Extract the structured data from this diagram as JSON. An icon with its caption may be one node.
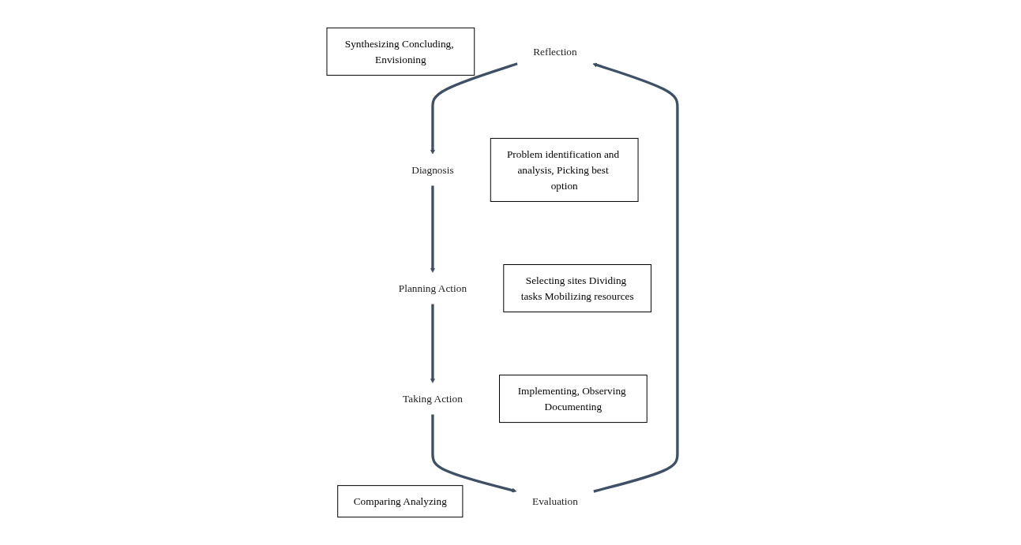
{
  "diagram": {
    "nodes": [
      {
        "text": [
          "Synthesizing Concluding, Envisioning"
        ]
      },
      {
        "text": [
          "Reflection"
        ]
      },
      {
        "text": [
          "Diagnosis"
        ]
      },
      {
        "text": [
          "Problem identification and analysis, Picking best option"
        ]
      },
      {
        "text": [
          "Planning Action"
        ]
      },
      {
        "text": [
          "Selecting sites Dividing tasks Mobilizing resources"
        ]
      },
      {
        "text": [
          "Comparing Analyzing"
        ]
      },
      {
        "text": [
          "Evaluation"
        ]
      },
      {
        "text": [
          "Taking Action"
        ]
      },
      {
        "text": [
          "Implementing, Observing Documenting"
        ]
      }
    ],
    "edges": [
      {
        "from": 1,
        "to": 2,
        "arrow": "to"
      },
      {
        "from": 2,
        "to": 4,
        "arrow": "to"
      },
      {
        "from": 4,
        "to": 8,
        "arrow": "to"
      },
      {
        "from": 8,
        "to": 7,
        "arrow": "to"
      },
      {
        "from": 7,
        "to": 1,
        "arrow": "to"
      }
    ]
  }
}
